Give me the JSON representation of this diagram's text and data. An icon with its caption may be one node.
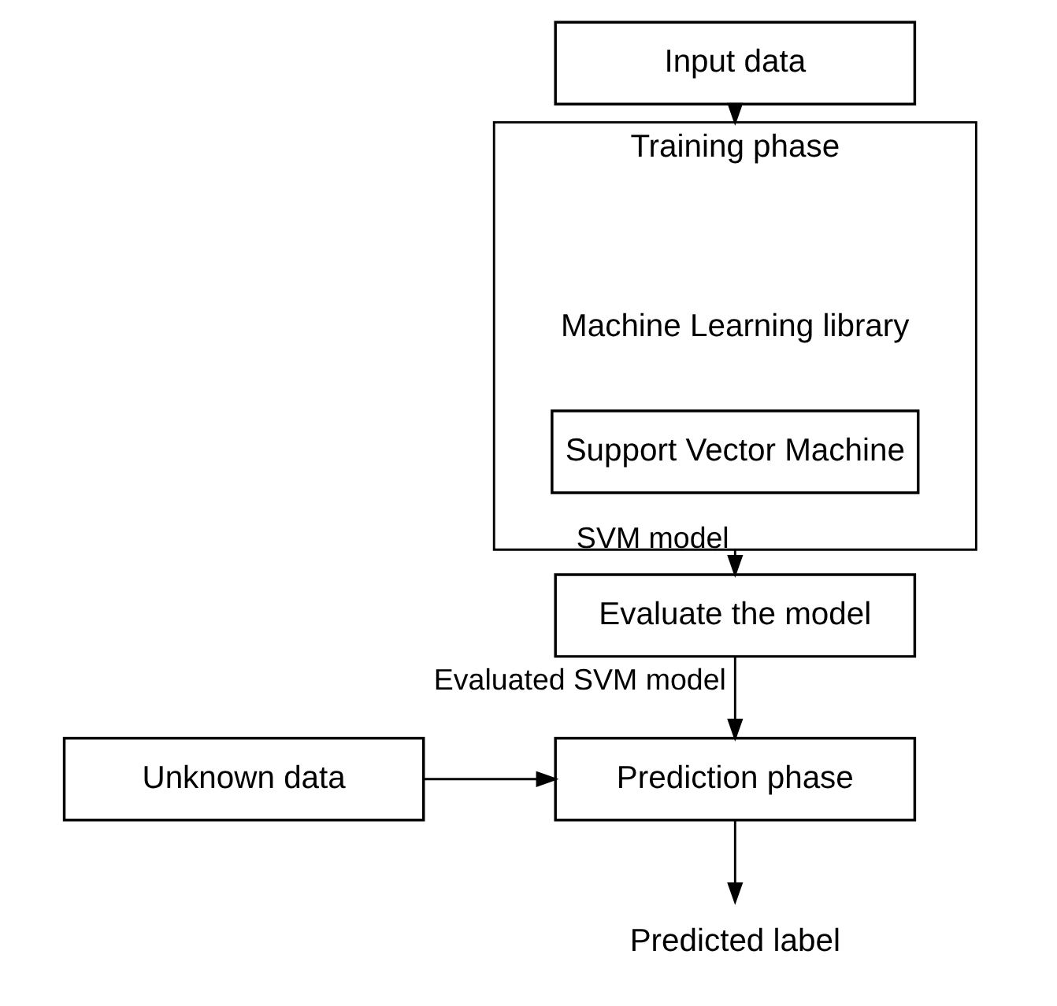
{
  "diagram": {
    "nodes": [
      {
        "text": [
          "Input data"
        ]
      },
      {
        "text": [
          "Training phase",
          "Machine Learning library"
        ]
      },
      {
        "text": [
          "Support Vector Machine"
        ],
        "in": 1
      },
      {
        "text": [
          "Evaluate the model"
        ]
      },
      {
        "text": [
          "Unknown data"
        ]
      },
      {
        "text": [
          "Prediction phase"
        ]
      },
      {
        "text": [
          "Predicted label"
        ]
      }
    ],
    "edges": [
      {
        "from": 0,
        "to": 1,
        "arrow": "to"
      },
      {
        "from": 1,
        "to": 3,
        "arrow": "to",
        "label": "SVM model"
      },
      {
        "from": 3,
        "to": 5,
        "arrow": "to",
        "label": "Evaluated SVM model"
      },
      {
        "from": 4,
        "to": 5,
        "arrow": "to"
      },
      {
        "from": 5,
        "to": 6,
        "arrow": "to"
      }
    ]
  }
}
